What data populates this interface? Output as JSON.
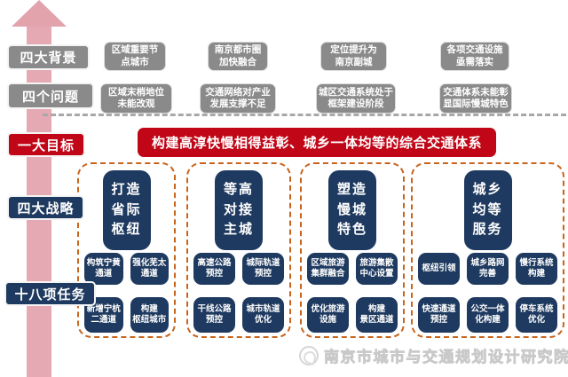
{
  "left_labels": {
    "backgrounds": "四大背景",
    "problems": "四个问题",
    "goal": "一大目标",
    "strategies": "四大战略",
    "tasks": "十八项任务"
  },
  "backgrounds": [
    "区域重要节\n点城市",
    "南京都市圈\n加快融合",
    "定位提升为\n南京副城",
    "各项交通设施\n亟需落实"
  ],
  "problems": [
    "区域末梢地位\n未能改观",
    "交通网络对产业\n发展支撑不足",
    "城区交通系统处于\n框架建设阶段",
    "交通体系未能彰\n显国际慢城特色"
  ],
  "goal_banner": "构建高淳快慢相得益彰、城乡一体均等的综合交通体系",
  "groups": [
    {
      "title": "打造\n省际\n枢纽",
      "tasks": [
        "构筑宁黄\n通道",
        "强化芜太\n通道",
        "新增宁杭\n二通道",
        "构建\n枢纽城市"
      ]
    },
    {
      "title": "等高\n对接\n主城",
      "tasks": [
        "高速公路\n预控",
        "城际轨道\n预控",
        "干线公路\n预控",
        "城市轨道\n优化"
      ]
    },
    {
      "title": "塑造\n慢城\n特色",
      "tasks": [
        "区域旅游\n集群融合",
        "旅游集散\n中心设置",
        "优化旅游\n设施",
        "构建\n景区通道"
      ]
    },
    {
      "title": "城乡\n均等\n服务",
      "tasks": [
        "枢纽引领",
        "城乡路网\n完善",
        "慢行系统\n构建",
        "快速通道\n预控",
        "公交一体\n化构建",
        "停车系统\n优化"
      ]
    }
  ],
  "watermark": "南京市城市与交通规划设计研究院",
  "colors": {
    "navy": "#1f3a60",
    "red": "#c00617",
    "pink_arrow": "#e4a9b2",
    "gray_box": "#8a8a8a",
    "dashed_orange": "#c8641c",
    "watermark_gray": "#d6d6d6"
  }
}
